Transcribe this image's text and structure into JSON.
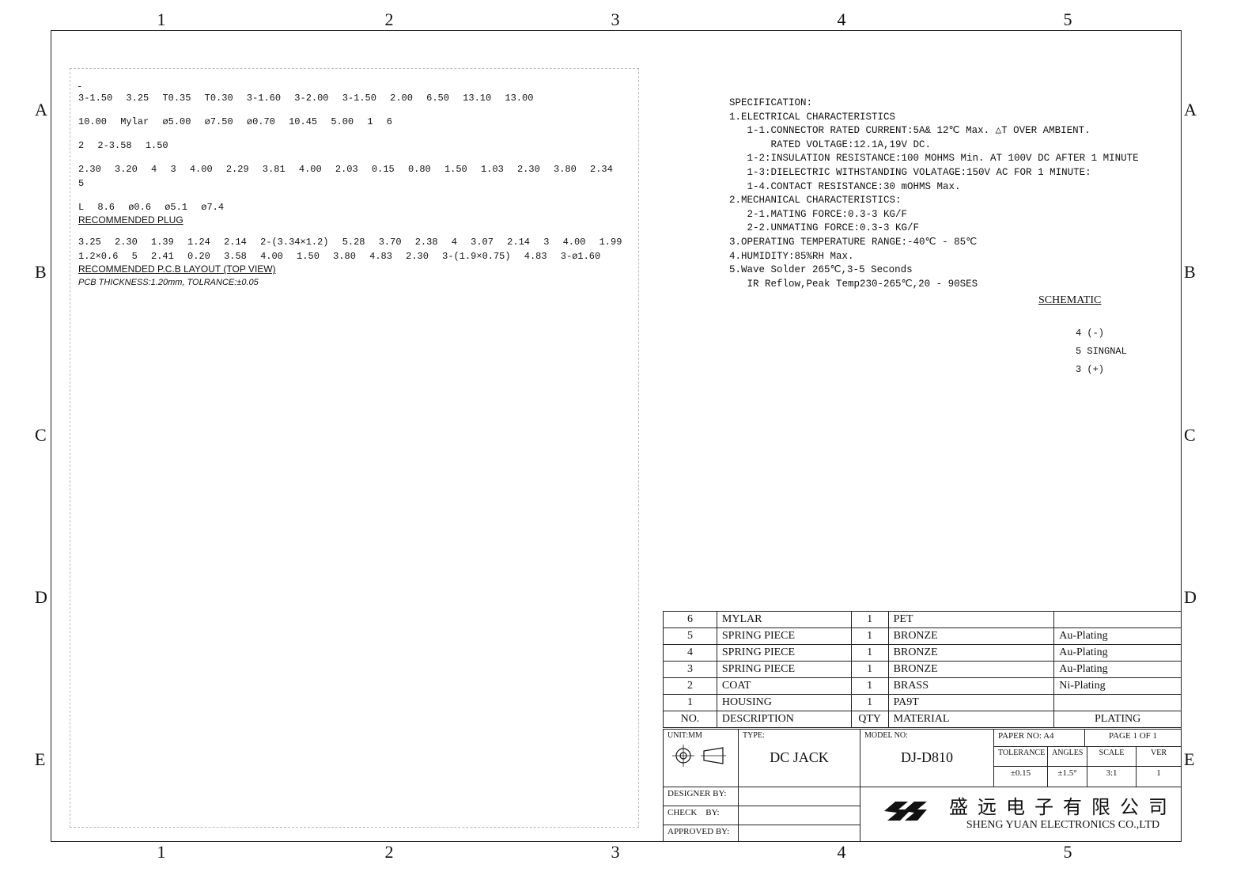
{
  "zones": {
    "columns": [
      "1",
      "2",
      "3",
      "4",
      "5"
    ],
    "rows": [
      "A",
      "B",
      "C",
      "D",
      "E"
    ]
  },
  "specification": {
    "lines": [
      "SPECIFICATION:",
      "1.ELECTRICAL CHARACTERISTICS",
      "   1-1.CONNECTOR RATED CURRENT:5A& 12℃ Max. △T OVER AMBIENT.",
      "       RATED VOLTAGE:12.1A,19V DC.",
      "   1-2:INSULATION RESISTANCE:100 MOHMS Min. AT 100V DC AFTER 1 MINUTE",
      "   1-3:DIELECTRIC WITHSTANDING VOLATAGE:150V AC FOR 1 MINUTE:",
      "   1-4.CONTACT RESISTANCE:30 mOHMS Max.",
      "2.MECHANICAL CHARACTERISTICS:",
      "   2-1.MATING FORCE:0.3-3 KG/F",
      "   2-2.UNMATING FORCE:0.3-3 KG/F",
      "3.OPERATING TEMPERATURE RANGE:-40℃ - 85℃",
      "4.HUMIDITY:85%RH Max.",
      "5.Wave Solder 265℃,3-5 Seconds",
      "   IR Reflow,Peak Temp230-265℃,20 - 90SES"
    ]
  },
  "schematic": {
    "title": "SCHEMATIC",
    "pins": [
      "4 (-)",
      "5 SINGNAL",
      "3 (+)"
    ]
  },
  "drawing_labels": {
    "top_view": [
      "3-1.50",
      "3.25",
      "T0.35",
      "T0.30",
      "3-1.60",
      "3-2.00",
      "3-1.50",
      "2.00",
      "6.50",
      "13.10",
      "13.00"
    ],
    "front_view": [
      "10.00",
      "Mylar",
      "ø5.00",
      "ø7.50",
      "ø0.70",
      "10.45",
      "5.00",
      "1",
      "6"
    ],
    "side_view": [
      "2",
      "2-3.58",
      "1.50"
    ],
    "bottom_view": [
      "2.30",
      "3.20",
      "4",
      "3",
      "4.00",
      "2.29",
      "3.81",
      "4.00",
      "2.03",
      "0.15",
      "0.80",
      "1.50",
      "1.03",
      "2.30",
      "3.80",
      "2.34",
      "5"
    ],
    "plug": [
      "L",
      "8.6",
      "ø0.6",
      "ø5.1",
      "ø7.4"
    ],
    "plug_caption": "RECOMMENDED PLUG",
    "pcb_layout": [
      "3.25",
      "2.30",
      "1.39",
      "1.24",
      "2.14",
      "2-(3.34×1.2)",
      "5.28",
      "3.70",
      "2.38",
      "4",
      "3.07",
      "2.14",
      "3",
      "4.00",
      "1.99",
      "1.2×0.6",
      "5",
      "2.41",
      "0.20",
      "3.58",
      "4.00",
      "1.50",
      "3.80",
      "4.83",
      "2.30",
      "3-(1.9×0.75)",
      "4.83",
      "3-ø1.60"
    ],
    "pcb_caption": "RECOMMENDED P.C.B LAYOUT  (TOP VIEW)",
    "pcb_note": "PCB THICKNESS:1.20mm, TOLRANCE:±0.05"
  },
  "bom": {
    "rows": [
      {
        "no": "6",
        "description": "MYLAR",
        "qty": "1",
        "material": "PET",
        "plating": ""
      },
      {
        "no": "5",
        "description": "SPRING PIECE",
        "qty": "1",
        "material": "BRONZE",
        "plating": "Au-Plating"
      },
      {
        "no": "4",
        "description": "SPRING PIECE",
        "qty": "1",
        "material": "BRONZE",
        "plating": "Au-Plating"
      },
      {
        "no": "3",
        "description": "SPRING PIECE",
        "qty": "1",
        "material": "BRONZE",
        "plating": "Au-Plating"
      },
      {
        "no": "2",
        "description": "COAT",
        "qty": "1",
        "material": "BRASS",
        "plating": "Ni-Plating"
      },
      {
        "no": "1",
        "description": "HOUSING",
        "qty": "1",
        "material": "PA9T",
        "plating": ""
      }
    ],
    "header": {
      "no": "NO.",
      "description": "DESCRIPTION",
      "qty": "QTY",
      "material": "MATERIAL",
      "plating": "PLATING"
    }
  },
  "title_block": {
    "unit_label": "UNIT:MM",
    "type_label": "TYPE:",
    "type_value": "DC  JACK",
    "model_label": "MODEL NO:",
    "model_value": "DJ-D810",
    "paper_label": "PAPER NO: A4",
    "page_label": "PAGE 1 OF 1",
    "tolerance_label": "TOLERANCE",
    "angles_label": "ANGLES",
    "scale_label": "SCALE",
    "ver_label": "VER",
    "tolerance_value": "±0.15",
    "angles_value": "±1.5°",
    "scale_value": "3:1",
    "ver_value": "1",
    "designer_label": "DESIGNER BY:",
    "check_label": "CHECK    BY:",
    "approved_label": "APPROVED BY:",
    "company_cn": "盛远电子有限公司",
    "company_en": "SHENG YUAN ELECTRONICS CO.,LTD"
  }
}
